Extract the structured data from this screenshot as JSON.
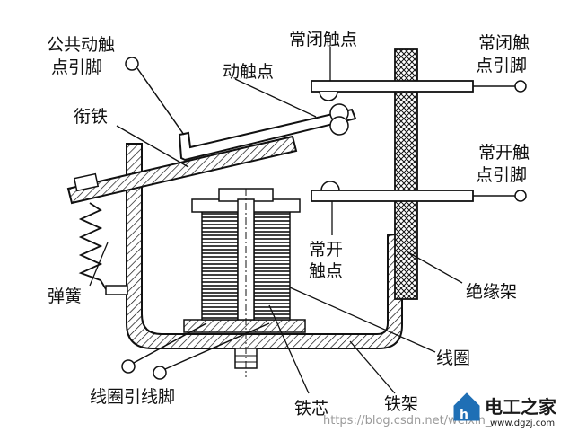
{
  "labels": {
    "common_contact_pin_1": "公共动触",
    "common_contact_pin_2": "点引脚",
    "moving_contact": "动触点",
    "armature": "衔铁",
    "spring": "弹簧",
    "coil_lead_pins": "线圈引线脚",
    "iron_core": "铁芯",
    "iron_frame": "铁架",
    "coil": "线圈",
    "insulating_frame": "绝缘架",
    "nc_contact": "常闭触点",
    "nc_pin_1": "常闭触",
    "nc_pin_2": "点引脚",
    "no_pin_1": "常开触",
    "no_pin_2": "点引脚",
    "no_contact_1": "常开",
    "no_contact_2": "触点"
  },
  "watermark": "https://blog.csdn.net/weixin_",
  "logo": {
    "name": "电工之家",
    "url": "www.dgzj.com"
  }
}
